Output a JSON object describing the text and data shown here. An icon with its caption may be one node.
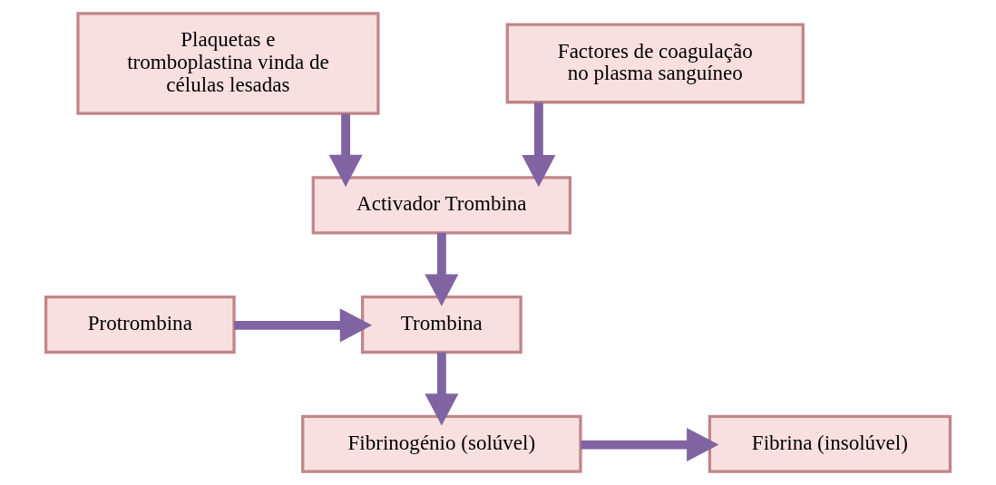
{
  "diagram": {
    "nodes": [
      {
        "text": [
          "Plaquetas e tromboplastina vinda de células lesadas"
        ]
      },
      {
        "text": [
          "Factores de coagulação no plasma sanguíneo"
        ]
      },
      {
        "text": [
          "Activador Trombina"
        ]
      },
      {
        "text": [
          "Protrombina"
        ]
      },
      {
        "text": [
          "Trombina"
        ]
      },
      {
        "text": [
          "Fibrinogénio (solúvel)"
        ]
      },
      {
        "text": [
          "Fibrina (insolúvel)"
        ]
      }
    ],
    "edges": [
      {
        "from": 0,
        "to": 2,
        "arrow": "to"
      },
      {
        "from": 1,
        "to": 2,
        "arrow": "to"
      },
      {
        "from": 2,
        "to": 4,
        "arrow": "to"
      },
      {
        "from": 3,
        "to": 4,
        "arrow": "to"
      },
      {
        "from": 4,
        "to": 5,
        "arrow": "to"
      },
      {
        "from": 5,
        "to": 6,
        "arrow": "to"
      }
    ]
  }
}
